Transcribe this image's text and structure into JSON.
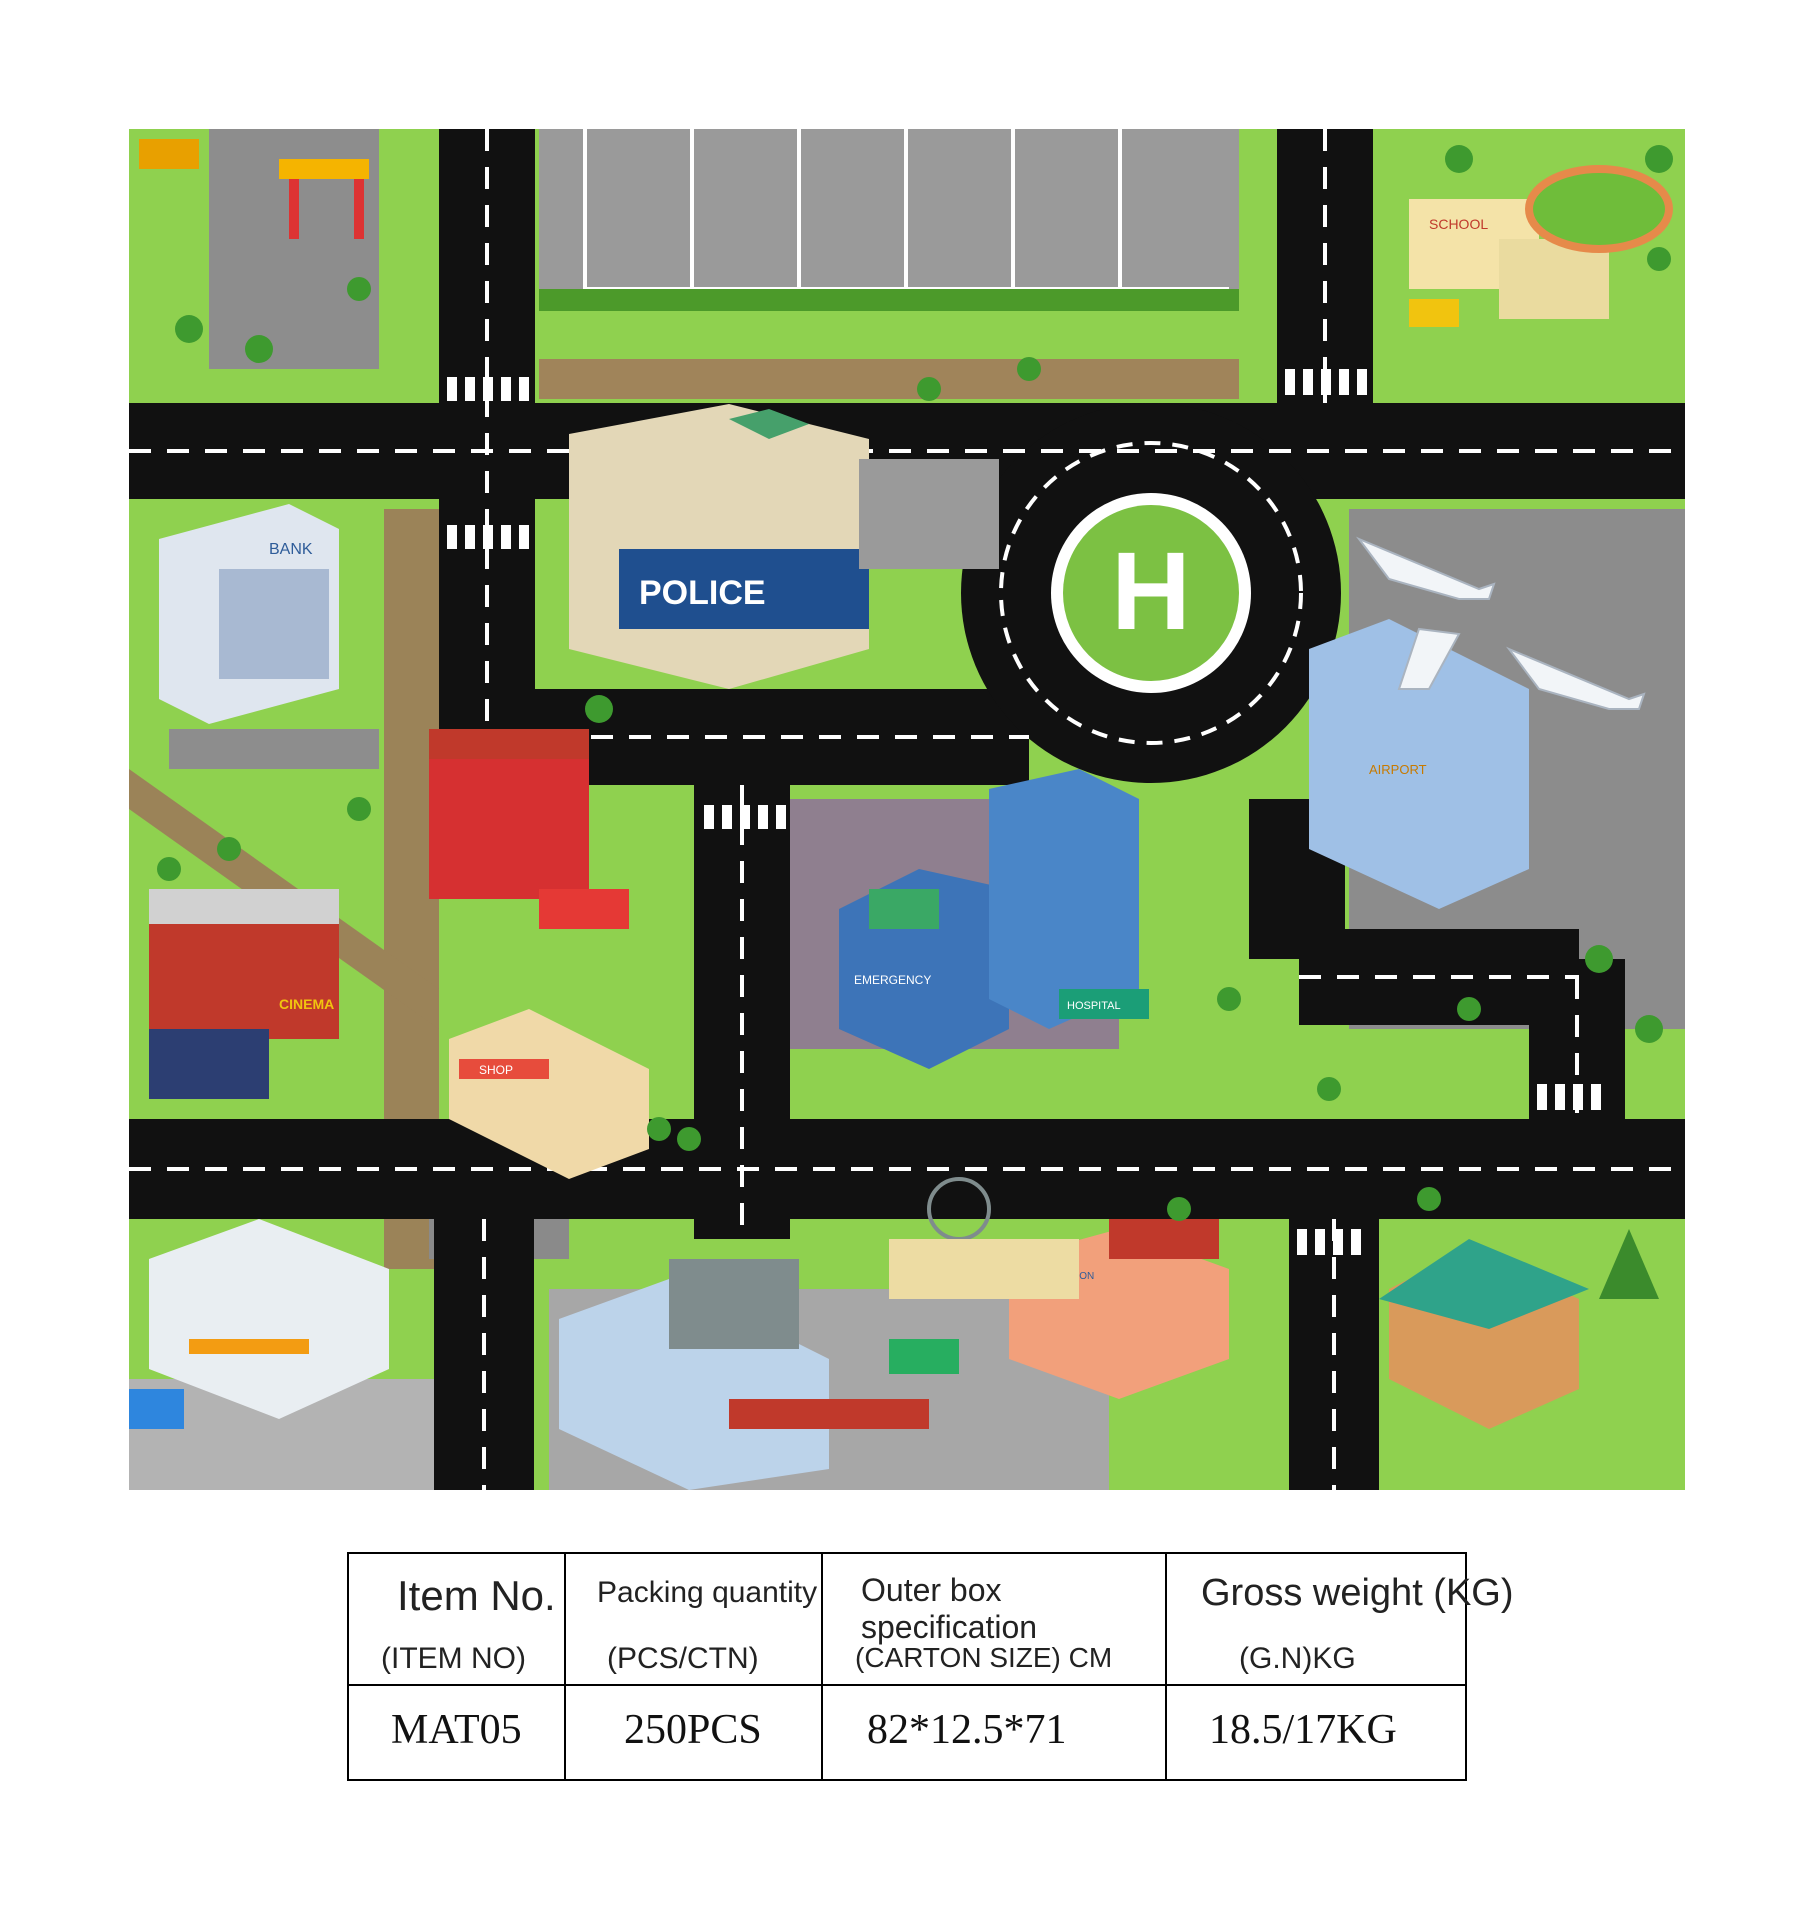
{
  "map": {
    "helipad_letter": "H",
    "signs": {
      "bank": "BANK",
      "police": "POLICE",
      "school": "SCHOOL",
      "airport": "AIRPORT",
      "emergency": "EMERGENCY",
      "hospital": "HOSPITAL",
      "cinema": "CINEMA",
      "shop": "SHOP",
      "bus_station": "BUS STATION"
    },
    "colors": {
      "grass": "#8fd14f",
      "road": "#111111",
      "lot": "#9a9a9a",
      "dirt": "#9b8358"
    }
  },
  "spec_table": {
    "headers": [
      {
        "en": "Item No.",
        "code": "(ITEM NO)"
      },
      {
        "en": "Packing quantity",
        "code": "(PCS/CTN)"
      },
      {
        "en": "Outer box specification",
        "code": "(CARTON SIZE) CM"
      },
      {
        "en": "Gross weight (KG)",
        "code": "(G.N)KG"
      }
    ],
    "row": [
      "MAT05",
      "250PCS",
      "82*12.5*71",
      "18.5/17KG"
    ]
  }
}
